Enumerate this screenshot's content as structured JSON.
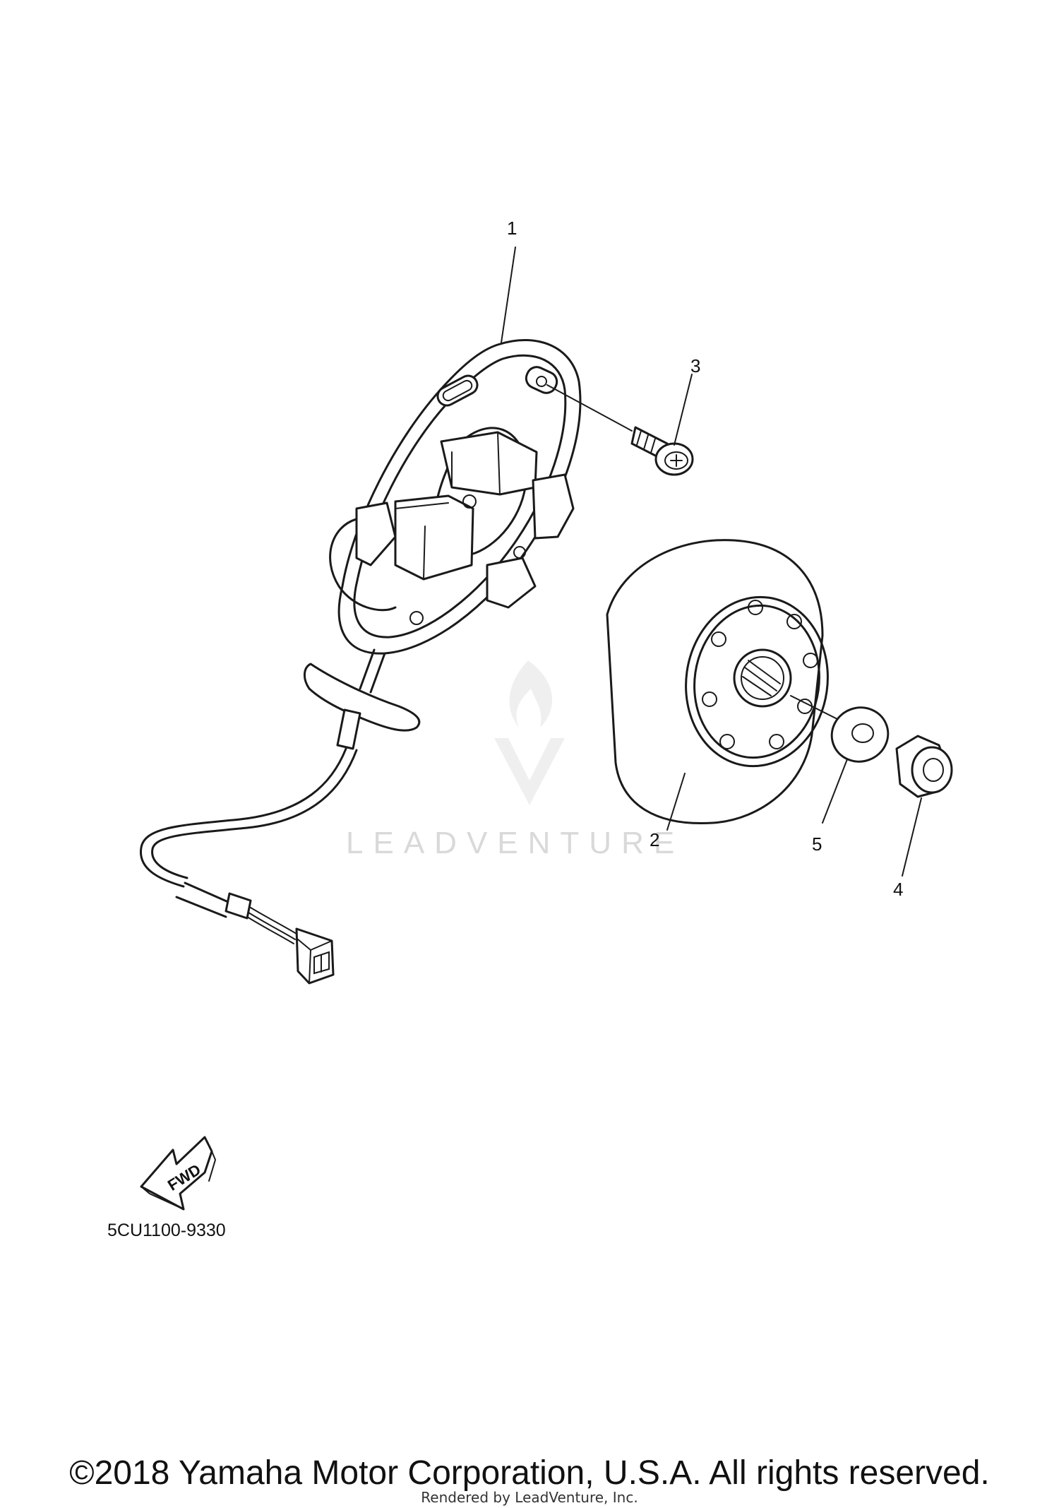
{
  "callouts": {
    "p1": "1",
    "p2": "2",
    "p3": "3",
    "p4": "4",
    "p5": "5"
  },
  "fwd_label": "FWD",
  "drawing_code": "5CU1100-9330",
  "watermark": "LEADVENTURE",
  "copyright": "©2018 Yamaha Motor Corporation, U.S.A. All rights reserved.",
  "render_note": "Rendered by LeadVenture, Inc.",
  "icons": [
    "fwd-arrow-icon",
    "leadventure-logo-icon"
  ]
}
